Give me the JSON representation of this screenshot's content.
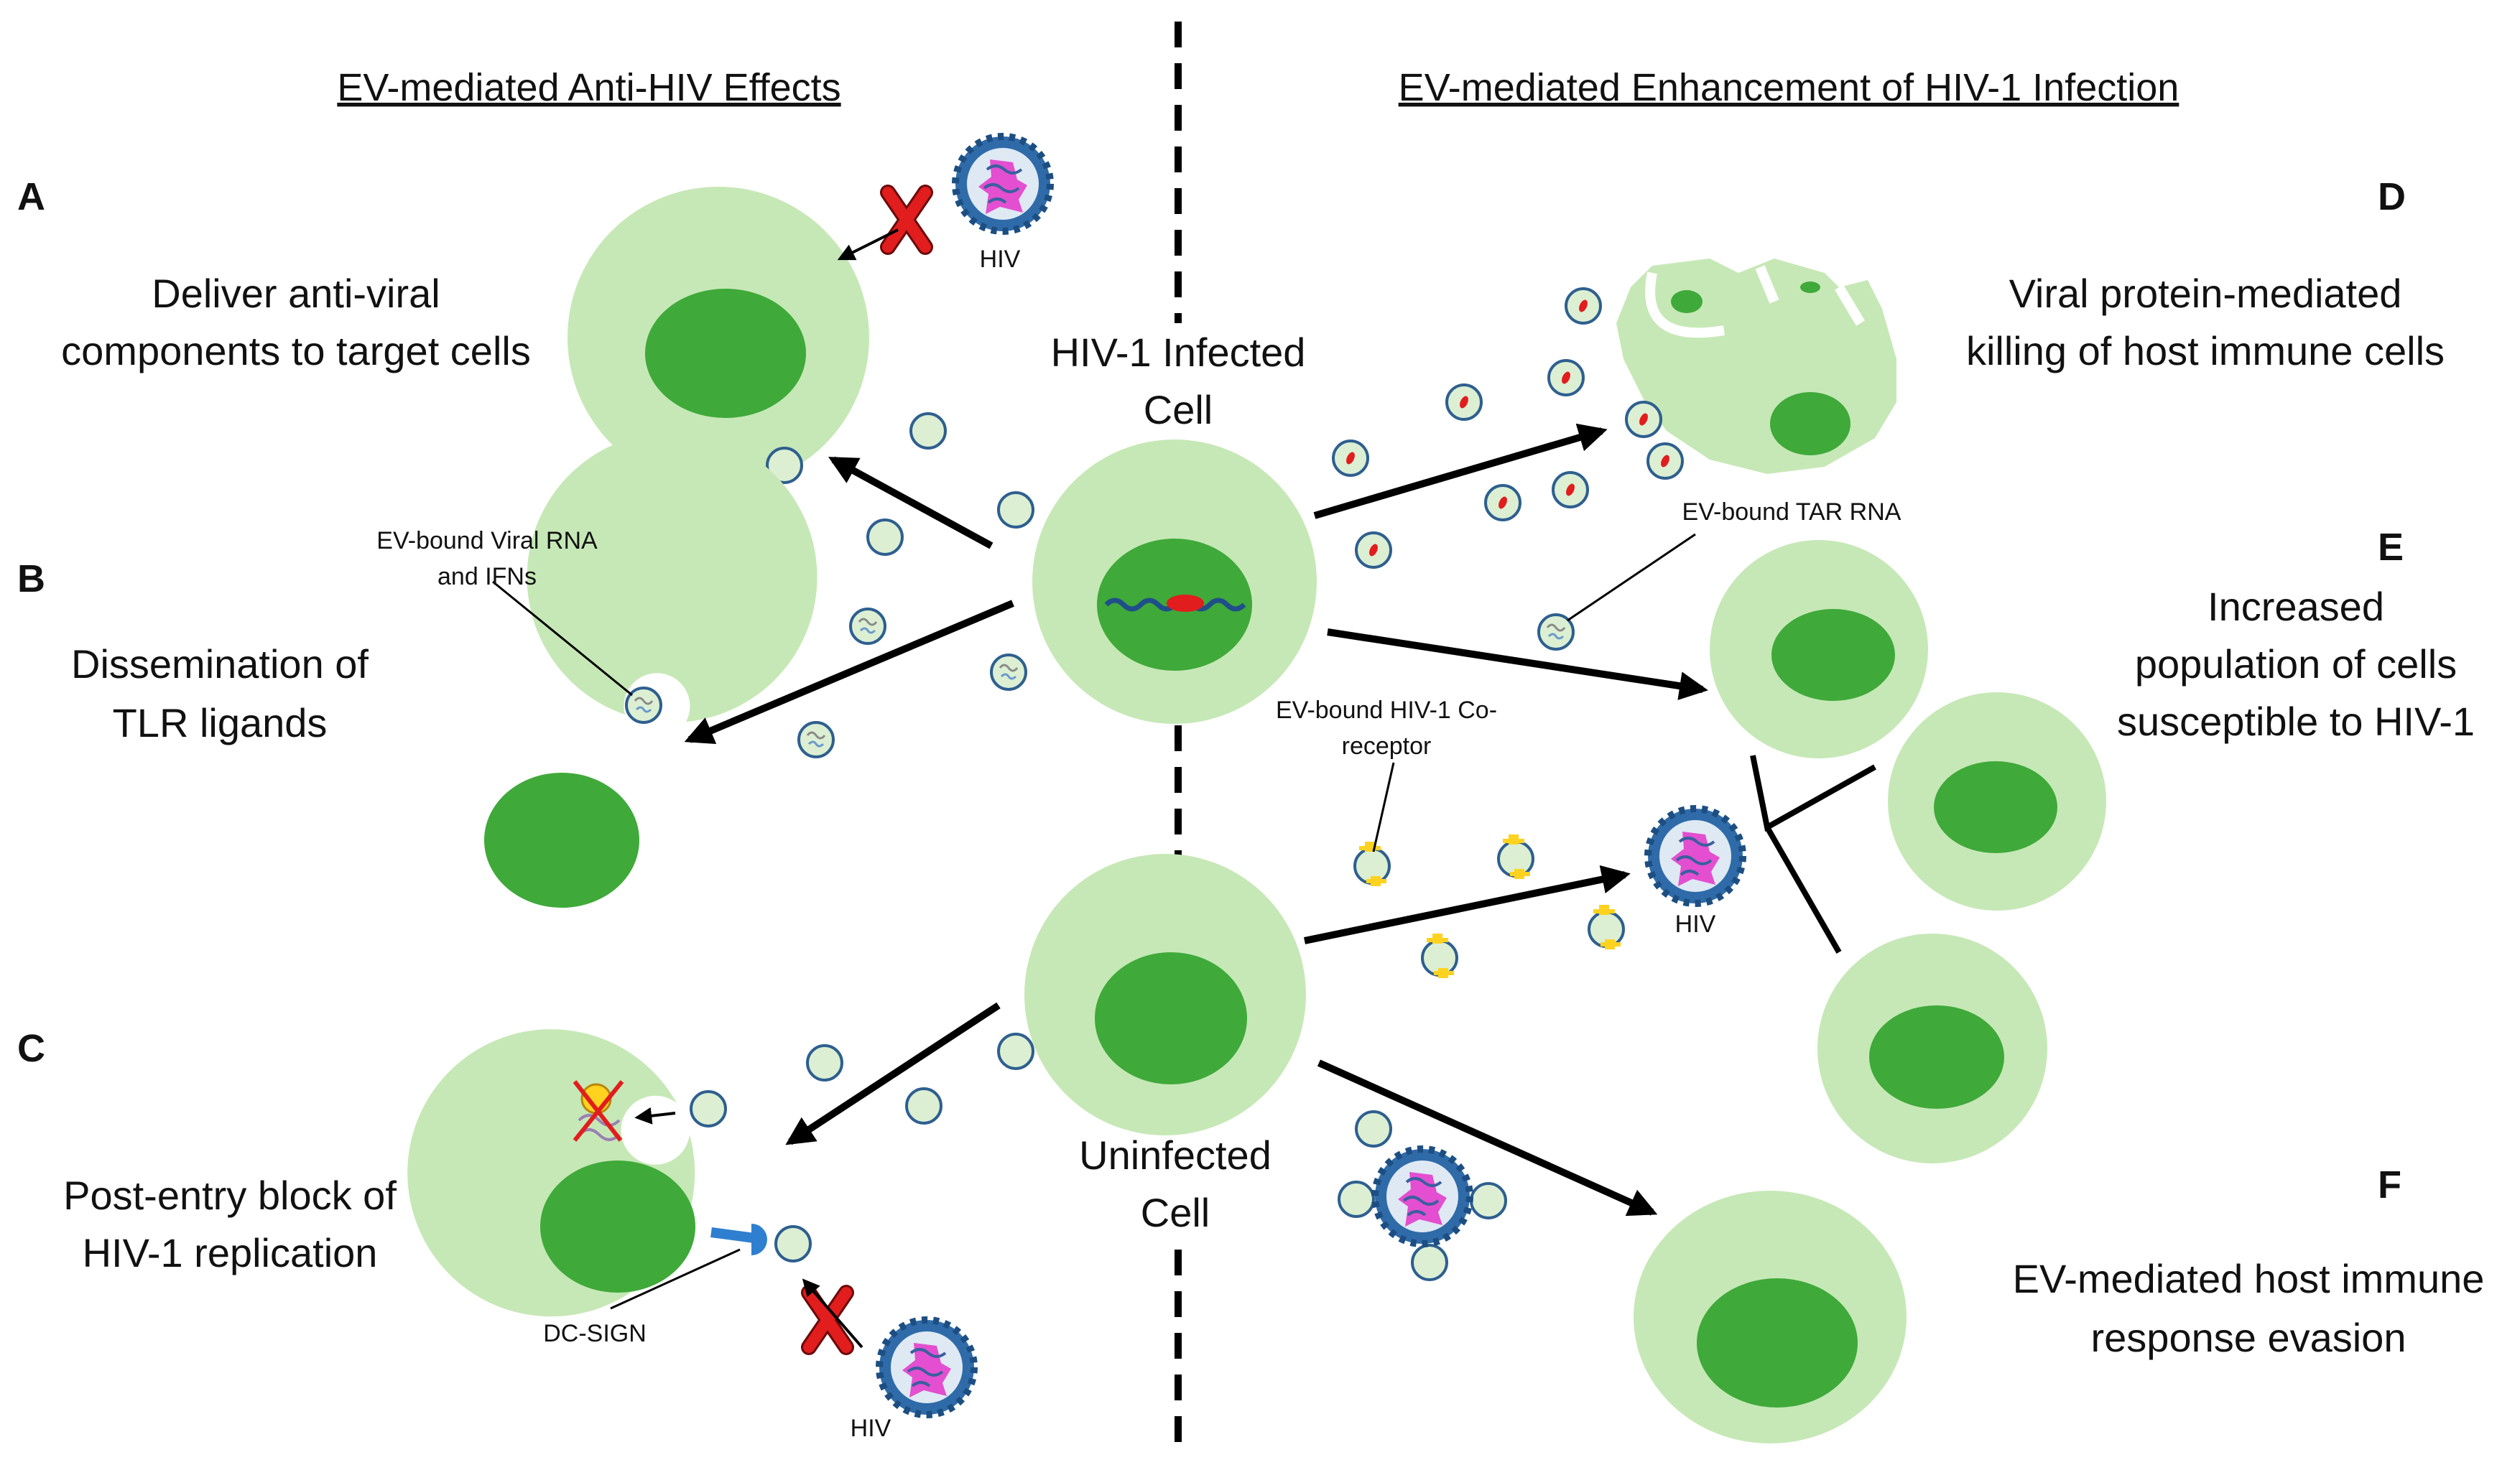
{
  "headings": {
    "left": "EV-mediated Anti-HIV Effects",
    "right": "EV-mediated Enhancement of HIV-1 Infection"
  },
  "panels": {
    "A": {
      "letter": "A",
      "lines": [
        "Deliver anti-viral",
        "components to target cells"
      ]
    },
    "B": {
      "letter": "B",
      "lines": [
        "Dissemination of",
        "TLR ligands"
      ]
    },
    "C": {
      "letter": "C",
      "lines": [
        "Post-entry block of",
        "HIV-1 replication"
      ]
    },
    "D": {
      "letter": "D",
      "lines": [
        "Viral protein-mediated",
        "killing of host immune cells"
      ]
    },
    "E": {
      "letter": "E",
      "lines": [
        "Increased",
        "population of cells",
        "susceptible to HIV-1"
      ]
    },
    "F": {
      "letter": "F",
      "lines": [
        "EV-mediated host immune",
        "response evasion"
      ]
    }
  },
  "center": {
    "infected": [
      "HIV-1 Infected",
      "Cell"
    ],
    "uninfected": [
      "Uninfected",
      "Cell"
    ]
  },
  "labels": {
    "hiv": "HIV",
    "ev_rna_ifn": [
      "EV-bound Viral RNA",
      "and IFNs"
    ],
    "ev_tar": "EV-bound TAR RNA",
    "ev_coreceptor": [
      "EV-bound HIV-1 Co-",
      "receptor"
    ],
    "dc_sign": "DC-SIGN"
  },
  "colors": {
    "cell_outer": "#c6e8b6",
    "nucleus": "#3fa93a",
    "ev_fill": "#dcefd3",
    "ev_stroke": "#2e5f8f",
    "virus_core": "#e34fd0",
    "red_x": "#e11d1d",
    "coreceptor": "#ffd21f",
    "dc_sign": "#2f7fd0"
  }
}
